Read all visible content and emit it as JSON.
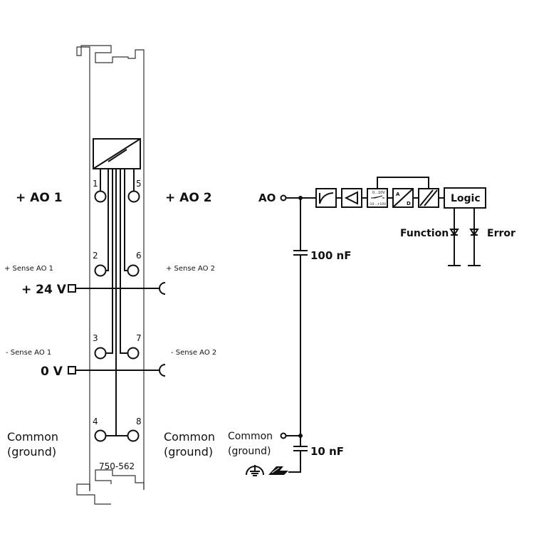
{
  "module": {
    "part_number": "750-562"
  },
  "terminals": [
    "1",
    "2",
    "3",
    "4",
    "5",
    "6",
    "7",
    "8"
  ],
  "left_labels": {
    "ao1": "+ AO 1",
    "sense_ao1_plus": "+ Sense AO 1",
    "v24": "+ 24 V",
    "sense_ao1_minus": "- Sense AO 1",
    "v0": "0 V",
    "common_line1": "Common",
    "common_line2": "(ground)"
  },
  "right_labels": {
    "ao2": "+ AO 2",
    "sense_ao2_plus": "+ Sense AO 2",
    "sense_ao2_minus": "- Sense AO 2",
    "common_line1": "Common",
    "common_line2": "(ground)"
  },
  "schematic": {
    "ao": "AO",
    "cap1": "100 nF",
    "cap2": "10 nF",
    "common_line1": "Common",
    "common_line2": "(ground)",
    "range_top": "0...10V",
    "range_bottom": "-10...+10V",
    "ad_a": "A",
    "ad_d": "D",
    "logic": "Logic",
    "function": "Function",
    "error": "Error"
  }
}
